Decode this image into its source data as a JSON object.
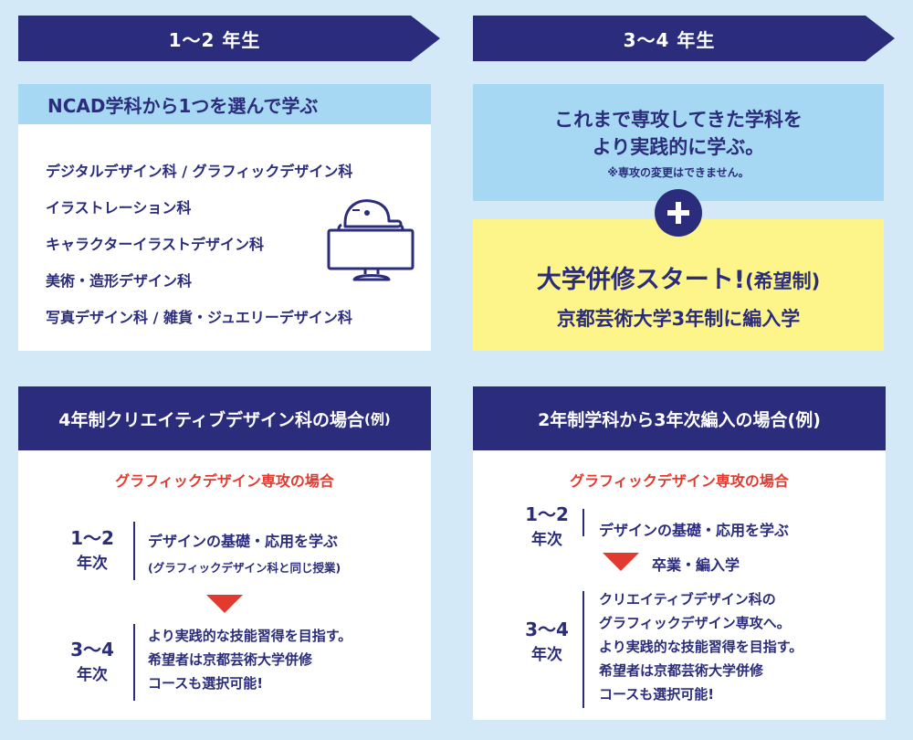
{
  "top_left_banner": "1〜2 年生",
  "top_right_banner": "3〜4 年生",
  "left_top": {
    "heading": "NCAD学科から1つを選んで学ぶ",
    "departments": [
      "デジタルデザイン科 / グラフィックデザイン科",
      "イラストレーション科",
      "キャラクターイラストデザイン科",
      "美術・造形デザイン科",
      "写真デザイン科 / 雑貨・ジュエリーデザイン科"
    ]
  },
  "right_top": {
    "line1": "これまで専攻してきた学科を",
    "line2": "より実践的に学ぶ。",
    "note": "※専攻の変更はできません。",
    "plus": "+",
    "yellow_title": "大学併修スタート!",
    "yellow_suffix": "(希望制)",
    "yellow_sub": "京都芸術大学3年制に編入学"
  },
  "left_bottom": {
    "header": "4年制クリエイティブデザイン科の場合",
    "header_suffix": "(例)",
    "subtitle": "グラフィックデザイン専攻の場合",
    "stage1_year": "1〜2",
    "stage1_unit": "年次",
    "stage1_main": "デザインの基礎・応用を学ぶ",
    "stage1_sub": "(グラフィックデザイン科と同じ授業)",
    "stage2_year": "3〜4",
    "stage2_unit": "年次",
    "stage2_lines": [
      "より実践的な技能習得を目指す。",
      "希望者は京都芸術大学併修",
      "コースも選択可能!"
    ]
  },
  "right_bottom": {
    "header": "2年制学科から3年次編入の場合",
    "header_suffix": "(例)",
    "subtitle": "グラフィックデザイン専攻の場合",
    "stage1_year": "1〜2",
    "stage1_unit": "年次",
    "stage1_main": "デザインの基礎・応用を学ぶ",
    "transition": "卒業・編入学",
    "stage2_year": "3〜4",
    "stage2_unit": "年次",
    "stage2_lines": [
      "クリエイティブデザイン科の",
      "グラフィックデザイン専攻へ。",
      "より実践的な技能習得を目指す。",
      "希望者は京都芸術大学併修",
      "コースも選択可能!"
    ]
  },
  "icons": [
    "computer-illustration-icon",
    "plus-icon",
    "down-triangle-icon"
  ],
  "colors": {
    "navy": "#2b2d7c",
    "sky": "#a6d8f3",
    "background": "#d3e9f8",
    "yellow": "#fdf58a",
    "red": "#e23a2f"
  }
}
